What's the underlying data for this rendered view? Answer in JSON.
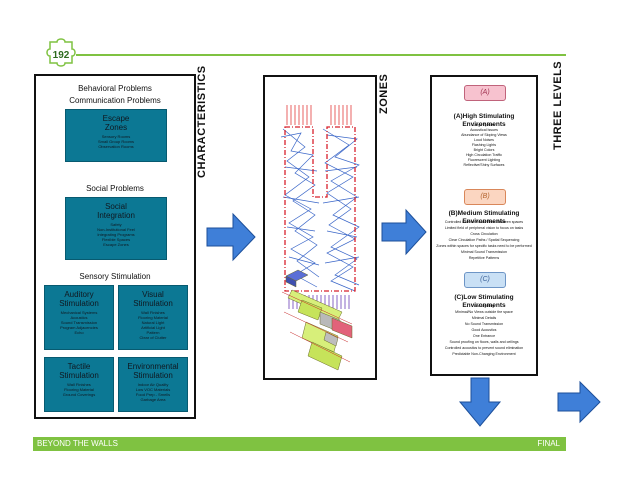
{
  "header": {
    "page_number": "192"
  },
  "footer": {
    "left_text": "BEYOND THE WALLS",
    "right_text": "FINAL"
  },
  "vertical_labels": {
    "characteristics": "CHARACTERISTICS",
    "zones": "ZONES",
    "levels": "THREE LEVELS"
  },
  "colors": {
    "accent": "#7fc241",
    "teal": "#0c7894",
    "arrow": "#3f7fd8"
  },
  "characteristics": {
    "title_line1": "Behavioral Problems",
    "title_line2": "Communication Problems",
    "escape": {
      "title": "Escape\nZones",
      "items": [
        "Sensory Rooms",
        "Small Group Rooms",
        "Observation Rooms"
      ]
    },
    "social_heading": "Social Problems",
    "social": {
      "title": "Social\nIntegration",
      "items": [
        "Safety",
        "Non-Institutional Feel",
        "Integrating Programs",
        "Flexible Spaces",
        "Escape Zones"
      ]
    },
    "sensory_heading": "Sensory  Stimulation",
    "auditory": {
      "title": "Auditory\nStimulation",
      "items": [
        "Mechanical Systems",
        "Acoustics",
        "Sound Transmission",
        "Program Adjacencies",
        "Echo"
      ]
    },
    "visual": {
      "title": "Visual\nStimulation",
      "items": [
        "Wall Finishes",
        "Flooring Material",
        "Natural Light",
        "Artificial Light",
        "Pattern",
        "Clear of Clutter"
      ]
    },
    "tactile": {
      "title": "Tactile\nStimulation",
      "items": [
        "Wall Finishes",
        "Flooring Material",
        "Ground Coverings"
      ]
    },
    "environmental": {
      "title": "Environmental\nStimulation",
      "items": [
        "Indoor Air Quality",
        "Low VOC Materials",
        "Food Prep - Smells",
        "Garbage Area"
      ]
    }
  },
  "levels": {
    "a": {
      "chip": "(A)",
      "heading": "(A)High Stimulating Environments",
      "items": [
        "Large Spaces",
        "Acoustical Issues",
        "Abundance of Sloping Views",
        "Loud Noises",
        "Flashing Lights",
        "Bright Colors",
        "High Circulation Traffic",
        "Fluorescent Lighting",
        "Reflective/Shiny Surfaces"
      ]
    },
    "b": {
      "chip": "(B)",
      "heading": "(B)Medium Stimulating Environments",
      "items": [
        "Controlled Exterior Views/Views Between spaces",
        "Limited field of peripheral vision to focus on tasks",
        "Cross Circulation",
        "Clear Circulation Paths / Spatial Sequencing",
        "Zones within spaces for specific tasks need to be performed",
        "Minimal Sound Transmission",
        "Repetitive Patterns"
      ]
    },
    "c": {
      "chip": "(C)",
      "heading": "(C)Low Stimulating Environments",
      "items": [
        "Low Lighting",
        "Minimal/No Views outside the space",
        "Minimal Details",
        "No Sound Transmission",
        "Good Acoustics",
        "One Entrance",
        "Sound proofing on floors, walls and ceilings",
        "Controlled acoustics to prevent sound elimination",
        "Predictable Non-Changing Environment"
      ]
    }
  }
}
